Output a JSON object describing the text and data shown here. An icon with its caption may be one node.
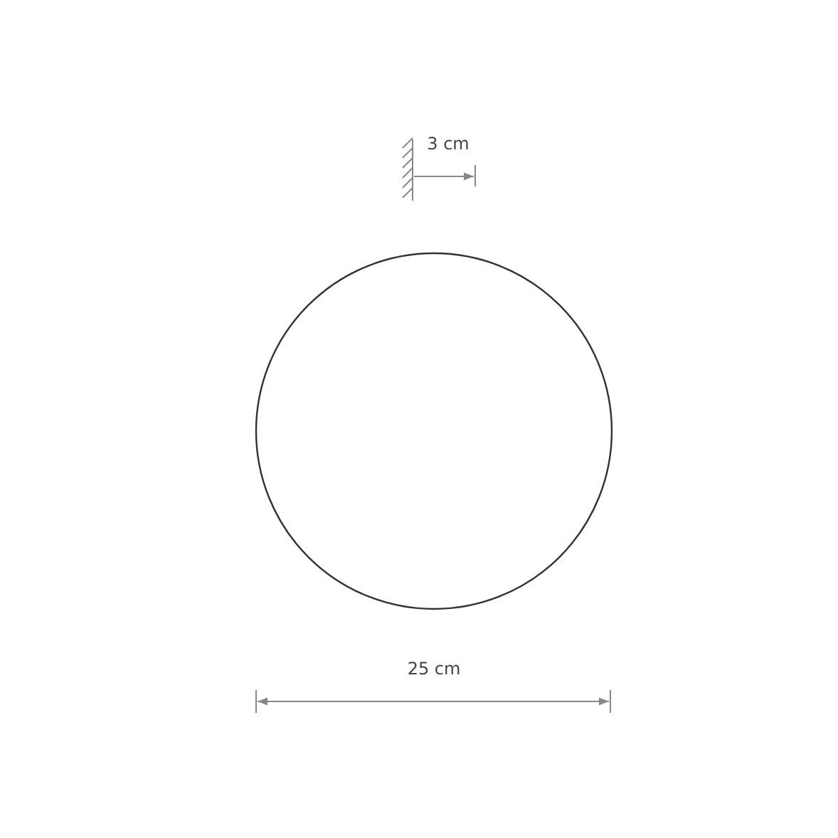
{
  "diagram": {
    "nodes": [
      {
        "text": [],
        "shape": "circle"
      }
    ],
    "labels": [
      "3 cm",
      "25 cm"
    ]
  }
}
